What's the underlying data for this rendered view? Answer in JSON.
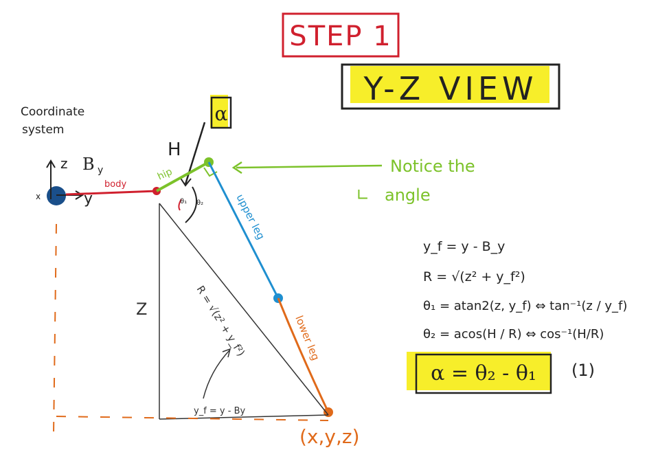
{
  "title": {
    "step": "STEP 1",
    "view": "Y-Z VIEW"
  },
  "alpha_box": "α",
  "coordinate_system": {
    "label_line1": "Coordinate",
    "label_line2": "system",
    "z_axis": "z",
    "y_axis": "y",
    "x_axis": "x",
    "body_origin": "B",
    "body_origin_sub": "y"
  },
  "legs": {
    "hip_label": "H",
    "hip_segment": "hip",
    "body_segment": "body",
    "upper_leg": "upper leg",
    "lower_leg": "lower leg",
    "theta1": "θ₁",
    "theta2": "θ₂"
  },
  "triangle": {
    "z_label": "Z",
    "r_label": "R = √(z² + y_f²)",
    "yf_label": "y_f = y - By",
    "foot_label": "(x,y,z)"
  },
  "notice": {
    "line1": "Notice the",
    "line2_angle_symbol": "∟",
    "line2": "angle"
  },
  "equations": {
    "eq1": "y_f = y - B_y",
    "eq2": "R = √(z² + y_f²)",
    "eq3": "θ₁ = atan2(z, y_f) ⇔ tan⁻¹(z / y_f)",
    "eq4": "θ₂ = acos(H / R) ⇔ cos⁻¹(H/R)",
    "result": "α = θ₂ - θ₁",
    "result_number": "(1)"
  },
  "colors": {
    "red": "#d0202e",
    "green": "#7cc22a",
    "blue": "#1f8fd0",
    "orange": "#e06a1a",
    "yellow": "#f7ee2a",
    "dark": "#222222",
    "navy": "#1a4f8a"
  }
}
